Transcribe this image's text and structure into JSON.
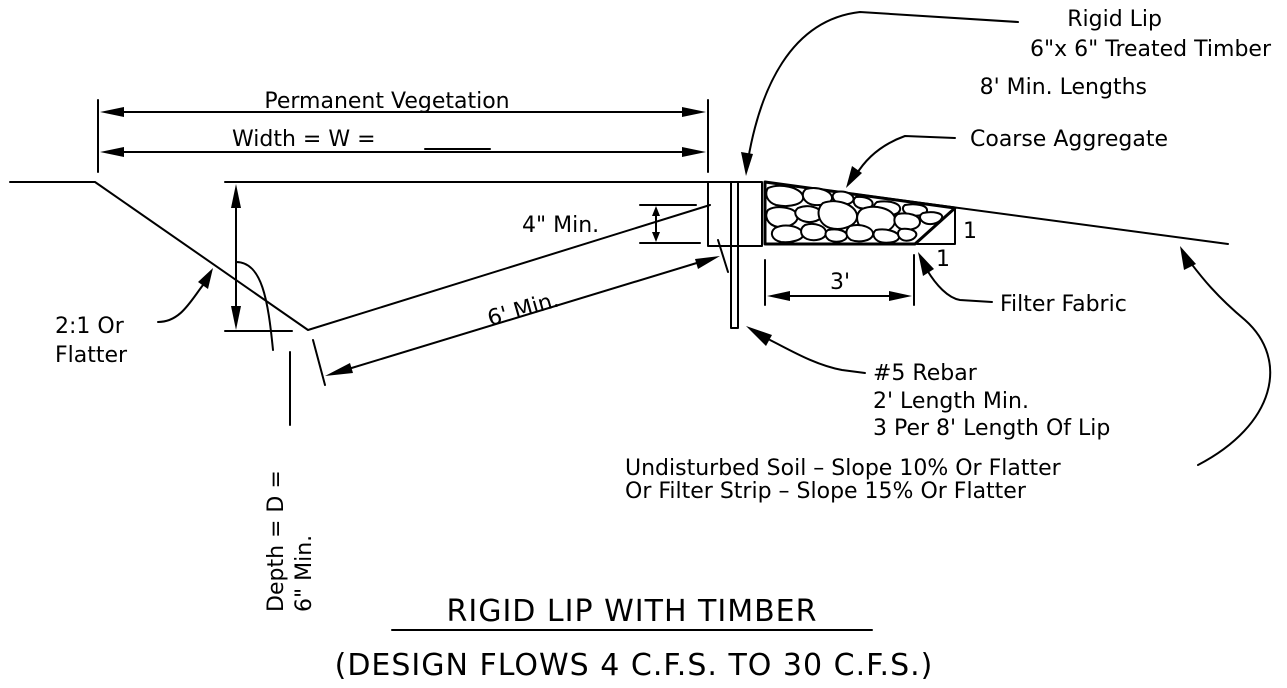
{
  "labels": {
    "rigid_lip_1": "Rigid Lip",
    "rigid_lip_2": "6\"x 6\" Treated Timber",
    "rigid_lip_3": "8' Min. Lengths",
    "coarse_aggregate": "Coarse Aggregate",
    "permanent_vegetation": "Permanent Vegetation",
    "width": "Width  =  W  =",
    "four_min": "4\" Min.",
    "six_min": "6' Min.",
    "three_ft": "3'",
    "slope_1a": "1",
    "slope_1b": "1",
    "filter_fabric": "Filter Fabric",
    "slope_ratio_1": "2:1 Or",
    "slope_ratio_2": "Flatter",
    "rebar_1": "#5 Rebar",
    "rebar_2": "2' Length Min.",
    "rebar_3": "3 Per 8' Length Of Lip",
    "soil_1": "Undisturbed Soil  –  Slope 10% Or Flatter",
    "soil_2": "Or Filter Strip  –  Slope 15% Or Flatter",
    "depth": "Depth  =  D  =",
    "depth_min": "6\" Min.",
    "title": "RIGID  LIP  WITH  TIMBER",
    "subtitle": "(DESIGN  FLOWS   4  C.F.S.  TO  30  C.F.S.)"
  }
}
